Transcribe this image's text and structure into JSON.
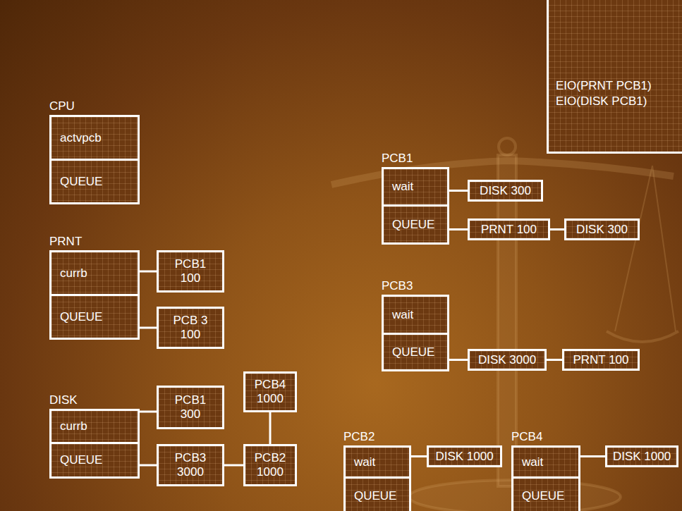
{
  "diagram": {
    "nodes": [
      {
        "text": [
          "CPU"
        ]
      },
      {
        "text": [
          "actvpcb"
        ],
        "in": 0
      },
      {
        "text": [
          "QUEUE"
        ],
        "in": 0
      },
      {
        "text": [
          "EIO(PRNT PCB1)",
          "EIO(DISK PCB1)"
        ]
      },
      {
        "text": [
          "PCB1"
        ]
      },
      {
        "text": [
          "wait"
        ],
        "in": 4
      },
      {
        "text": [
          "QUEUE"
        ],
        "in": 4
      },
      {
        "text": [
          "DISK 300"
        ]
      },
      {
        "text": [
          "PRNT 100"
        ]
      },
      {
        "text": [
          "DISK 300"
        ]
      },
      {
        "text": [
          "PRNT"
        ]
      },
      {
        "text": [
          "currb"
        ],
        "in": 10
      },
      {
        "text": [
          "QUEUE"
        ],
        "in": 10
      },
      {
        "text": [
          "PCB1 100"
        ]
      },
      {
        "text": [
          "PCB 3 100"
        ]
      },
      {
        "text": [
          "PCB3"
        ]
      },
      {
        "text": [
          "wait"
        ],
        "in": 15
      },
      {
        "text": [
          "QUEUE"
        ],
        "in": 15
      },
      {
        "text": [
          "DISK 3000"
        ]
      },
      {
        "text": [
          "PRNT 100"
        ]
      },
      {
        "text": [
          "DISK"
        ]
      },
      {
        "text": [
          "currb"
        ],
        "in": 20
      },
      {
        "text": [
          "QUEUE"
        ],
        "in": 20
      },
      {
        "text": [
          "PCB1 300"
        ]
      },
      {
        "text": [
          "PCB4 1000"
        ]
      },
      {
        "text": [
          "PCB3 3000"
        ]
      },
      {
        "text": [
          "PCB2 1000"
        ]
      },
      {
        "text": [
          "PCB2"
        ]
      },
      {
        "text": [
          "wait"
        ],
        "in": 27
      },
      {
        "text": [
          "QUEUE"
        ],
        "in": 27
      },
      {
        "text": [
          "DISK 1000"
        ]
      },
      {
        "text": [
          "PCB4"
        ]
      },
      {
        "text": [
          "wait"
        ],
        "in": 31
      },
      {
        "text": [
          "QUEUE"
        ],
        "in": 31
      },
      {
        "text": [
          "DISK 1000"
        ]
      }
    ],
    "edges": [
      {
        "from": 5,
        "to": 7,
        "arrow": "none"
      },
      {
        "from": 6,
        "to": 8,
        "arrow": "none"
      },
      {
        "from": 8,
        "to": 9,
        "arrow": "none"
      },
      {
        "from": 11,
        "to": 13,
        "arrow": "none"
      },
      {
        "from": 12,
        "to": 14,
        "arrow": "none"
      },
      {
        "from": 17,
        "to": 18,
        "arrow": "none"
      },
      {
        "from": 18,
        "to": 19,
        "arrow": "none"
      },
      {
        "from": 21,
        "to": 23,
        "arrow": "none"
      },
      {
        "from": 22,
        "to": 25,
        "arrow": "none"
      },
      {
        "from": 25,
        "to": 26,
        "arrow": "none"
      },
      {
        "from": 26,
        "to": 24,
        "arrow": "none"
      },
      {
        "from": 28,
        "to": 30,
        "arrow": "none"
      },
      {
        "from": 32,
        "to": 34,
        "arrow": "none"
      }
    ]
  }
}
